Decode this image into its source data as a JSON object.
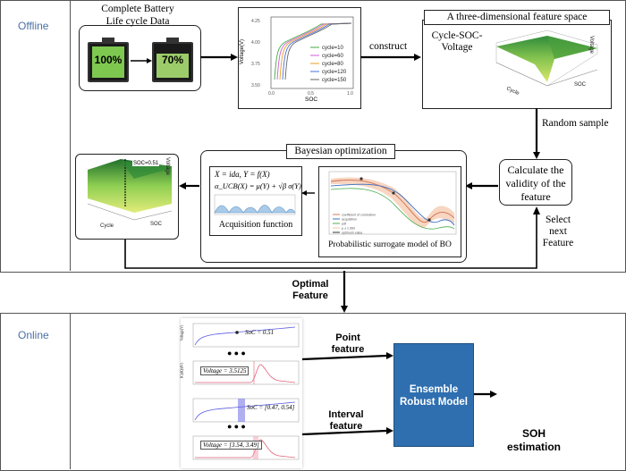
{
  "stages": {
    "offline": "Offline",
    "online": "Online"
  },
  "battery": {
    "title_line1": "Complete Battery",
    "title_line2": "Life cycle Data",
    "full": "100%",
    "partial": "70%"
  },
  "voltage_plot": {
    "ylabel": "Voltage(V)",
    "xlabel": "SOC",
    "yticks": [
      "4.25",
      "4.00",
      "3.75",
      "3.50"
    ],
    "xticks": [
      "0.0",
      "0.5",
      "1.0"
    ],
    "legend": [
      "cycle=10",
      "cycle=60",
      "cycle=80",
      "cycle=120",
      "cycle=150"
    ],
    "colors": [
      "#44aa44",
      "#d45bd4",
      "#e7a020",
      "#4a6fe0",
      "#666666"
    ]
  },
  "arrows": {
    "construct": "construct",
    "random_sample": "Random sample",
    "select_next_line1": "Select",
    "select_next_line2": "next",
    "select_next_line3": "Feature",
    "optimal_line1": "Optimal",
    "optimal_line2": "Feature",
    "point_line1": "Point",
    "point_line2": "feature",
    "interval_line1": "Interval",
    "interval_line2": "feature"
  },
  "feature_space": {
    "title": "A three-dimensional feature space",
    "inner_label_line1": "Cycle-SOC-",
    "inner_label_line2": "Voltage",
    "axis_voltage": "Voltage",
    "axis_soc": "SOC",
    "axis_cycle": "Cycle"
  },
  "validity": {
    "line1": "Calculate the",
    "line2": "validity of the",
    "line3": "feature"
  },
  "bayes": {
    "title": "Bayesian optimization",
    "eq1": "X = ida, Y = f(X)",
    "eq2": "α_UCB(X) = μ(Y) + √β σ(Y)",
    "acq_label": "Acquisition function",
    "surrogate_label": "Probabilistic surrogate model of BO",
    "legend": [
      "coefficient of correlation",
      "acquisition",
      "pdf",
      "μ ± 1.96σ",
      "optimum value"
    ]
  },
  "result_surface": {
    "soc_tag": "SOC=0.51",
    "axis_voltage": "Voltage",
    "axis_soc": "SOC",
    "axis_cycle": "Cycle"
  },
  "online": {
    "point_soc": "SoC = 0.51",
    "point_voltage": "Voltage = 3.5125",
    "interval_soc": "SoC = [0.47, 0.54]",
    "interval_voltage": "Voltage = [3.54, 3.49]",
    "panel_ylabel_v": "Voltage(V)",
    "panel_ylabel_ica": "IC(dQ/dV)",
    "dots": "● ● ●",
    "ensemble_line1": "Ensemble",
    "ensemble_line2": "Robust Model",
    "soh_line1": "SOH",
    "soh_line2": "estimation"
  }
}
